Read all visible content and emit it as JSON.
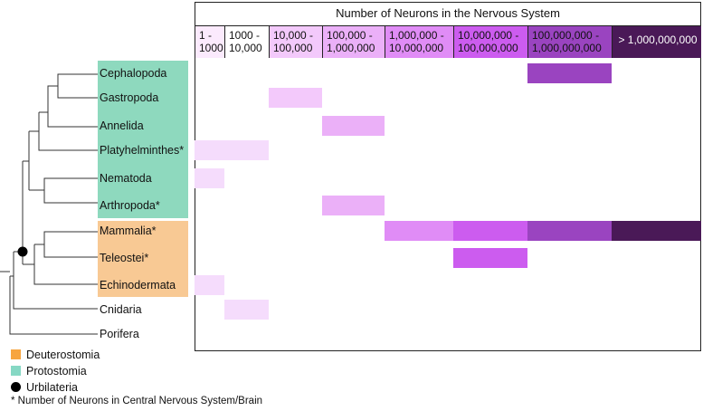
{
  "title": "Number of Neurons in the Nervous System",
  "bins": [
    {
      "label": "1 - 1000",
      "color": "#f5dcfc"
    },
    {
      "label": "1000 - 10,000",
      "color": "#f5dcfc"
    },
    {
      "label": "10,000 - 100,000",
      "color": "#f3c9fb"
    },
    {
      "label": "100,000 - 1,000,000",
      "color": "#ebb0f8"
    },
    {
      "label": "1,000,000 - 10,000,000",
      "color": "#e08cf6"
    },
    {
      "label": "10,000,000 - 100,000,000",
      "color": "#cc5cef"
    },
    {
      "label": "100,000,000 - 1,000,000,000",
      "color": "#9a44c0"
    },
    {
      "label": "> 1,000,000,000",
      "color": "#4a1957"
    }
  ],
  "taxa": [
    {
      "name": "Cephalopoda",
      "group": "Protostomia",
      "bins": [
        6
      ]
    },
    {
      "name": "Gastropoda",
      "group": "Protostomia",
      "bins": [
        2
      ]
    },
    {
      "name": "Annelida",
      "group": "Protostomia",
      "bins": [
        3
      ]
    },
    {
      "name": "Platyhelminthes*",
      "group": "Protostomia",
      "bins": [
        0,
        1
      ]
    },
    {
      "name": "Nematoda",
      "group": "Protostomia",
      "bins": [
        0
      ]
    },
    {
      "name": "Arthropoda*",
      "group": "Protostomia",
      "bins": [
        3
      ]
    },
    {
      "name": "Mammalia*",
      "group": "Deuterostomia",
      "bins": [
        4,
        5,
        6,
        7
      ]
    },
    {
      "name": "Teleostei*",
      "group": "Deuterostomia",
      "bins": [
        5
      ]
    },
    {
      "name": "Echinodermata",
      "group": "Deuterostomia",
      "bins": [
        0
      ]
    },
    {
      "name": "Cnidaria",
      "group": "",
      "bins": [
        1
      ]
    },
    {
      "name": "Porifera",
      "group": "",
      "bins": []
    }
  ],
  "legend": [
    {
      "label": "Deuterostomia",
      "color": "#f7a540",
      "shape": "square"
    },
    {
      "label": "Protostomia",
      "color": "#86d8c4",
      "shape": "square"
    },
    {
      "label": "Urbilateria",
      "color": "#000000",
      "shape": "circle"
    }
  ],
  "group_colors": {
    "Protostomia": "#8ed9be",
    "Deuterostomia": "#f8c994"
  },
  "footnote": "* Number of Neurons in Central Nervous System/Brain"
}
